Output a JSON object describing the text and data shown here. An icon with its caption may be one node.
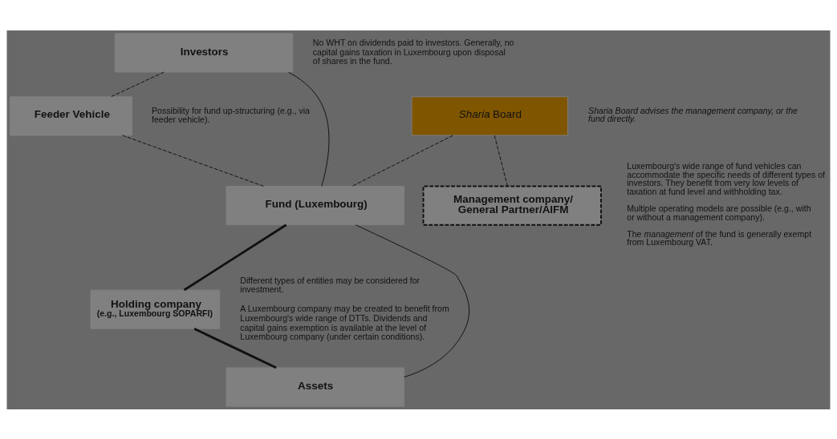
{
  "diagram": {
    "nodes": [
      {
        "text": [
          "Investors"
        ],
        "beside": [
          "No WHT on dividends paid to investors. Generally, no capital gains taxation in Luxembourg upon disposal of shares in the fund."
        ]
      },
      {
        "text": [
          "Feeder Vehicle"
        ],
        "beside": [
          "Possibility for fund up-structuring (e.g., via feeder vehicle)."
        ]
      },
      {
        "text": [
          "*Sharia* Board"
        ],
        "beside": [
          "Sharia Board advises the management company, or the fund directly."
        ]
      },
      {
        "text": [
          "Fund (Luxembourg)"
        ]
      },
      {
        "text": [
          "Management company/ General Partner/AIFM"
        ]
      },
      {
        "text": [
          "Holding company",
          "(e.g., Luxembourg SOPARFI)"
        ],
        "beside": [
          "Different types of entities may be considered for investment.",
          "A Luxembourg company may be created to benefit from Luxembourg's wide range of DTTs. Dividends and capital gains exemption is available at the level of Luxembourg company (under certain conditions)."
        ]
      },
      {
        "text": [
          "Assets"
        ]
      }
    ],
    "edges": [
      {
        "from": 0,
        "to": 3,
        "arrow": "none"
      },
      {
        "from": 0,
        "to": 1,
        "arrow": "none",
        "style": "dashed"
      },
      {
        "from": 1,
        "to": 3,
        "arrow": "none",
        "style": "dashed"
      },
      {
        "from": 2,
        "to": 3,
        "arrow": "none",
        "style": "dashed"
      },
      {
        "from": 2,
        "to": 4,
        "arrow": "none",
        "style": "dashed"
      },
      {
        "from": 3,
        "to": 6,
        "arrow": "none"
      },
      {
        "from": 3,
        "to": 5,
        "arrow": "none",
        "style": "thick"
      },
      {
        "from": 5,
        "to": 6,
        "arrow": "none",
        "style": "thick"
      }
    ],
    "labels": [
      "Luxembourg's wide range of fund vehicles can accommodate the specific needs of different types of investors. They benefit from very low levels of taxation at fund level and withholding tax.",
      "Multiple operating models are possible (e.g., with or without a management company).",
      "The *management* of the fund is generally exempt from Luxembourg VAT."
    ]
  }
}
